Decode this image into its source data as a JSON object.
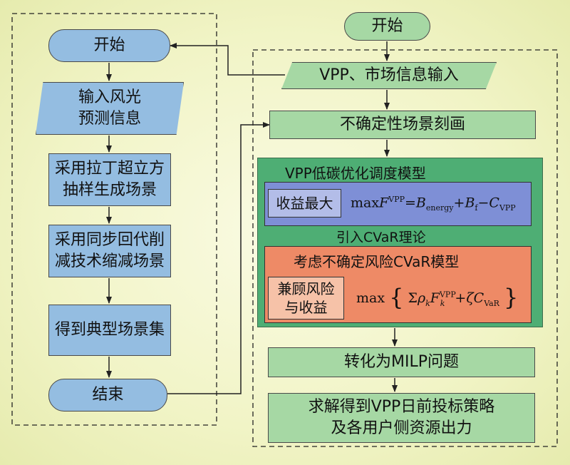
{
  "left": {
    "start": "开始",
    "input": "输入风光\n预测信息",
    "step1": "采用拉丁超立方\n抽样生成场景",
    "step2": "采用同步回代削\n减技术缩减场景",
    "step3": "得到典型场景集",
    "end": "结束"
  },
  "right": {
    "start": "开始",
    "input": "VPP、市场信息输入",
    "scenario": "不确定性场景刻画",
    "model_title": "VPP低碳优化调度模型",
    "revenue": {
      "label": "收益最大",
      "formula_max": "max",
      "F": "F",
      "F_sup": "VPP",
      "eq": "=",
      "B": "B",
      "B_sub": "energy",
      "plus": "+",
      "Bf": "B",
      "Bf_sub": "f",
      "minus": "−",
      "C": "C",
      "C_sub": "VPP"
    },
    "cvar_intro": "引入CVaR理论",
    "risk_title": "考虑不确定风险CVaR模型",
    "risk": {
      "label": "兼顾风险\n与收益",
      "max": "max",
      "sigma": "Σ",
      "rho": "ρ",
      "k": "k",
      "F": "F",
      "F_sup": "VPP",
      "plus": "+",
      "zeta": "ζ",
      "C": "C",
      "C_sub": "VaR",
      "lbrace": "{",
      "rbrace": "}"
    },
    "milp": "转化为MILP问题",
    "solve": "求解得到VPP日前投标策略\n及各用户侧资源出力"
  },
  "colors": {
    "blue_box": "#94bde1",
    "green_box": "#a6d8a4",
    "model_bg": "#4eae74",
    "revenue_bg": "#7e8fd6",
    "risk_bg": "#ee8a66",
    "risk_label_bg": "#f6c2a8"
  }
}
